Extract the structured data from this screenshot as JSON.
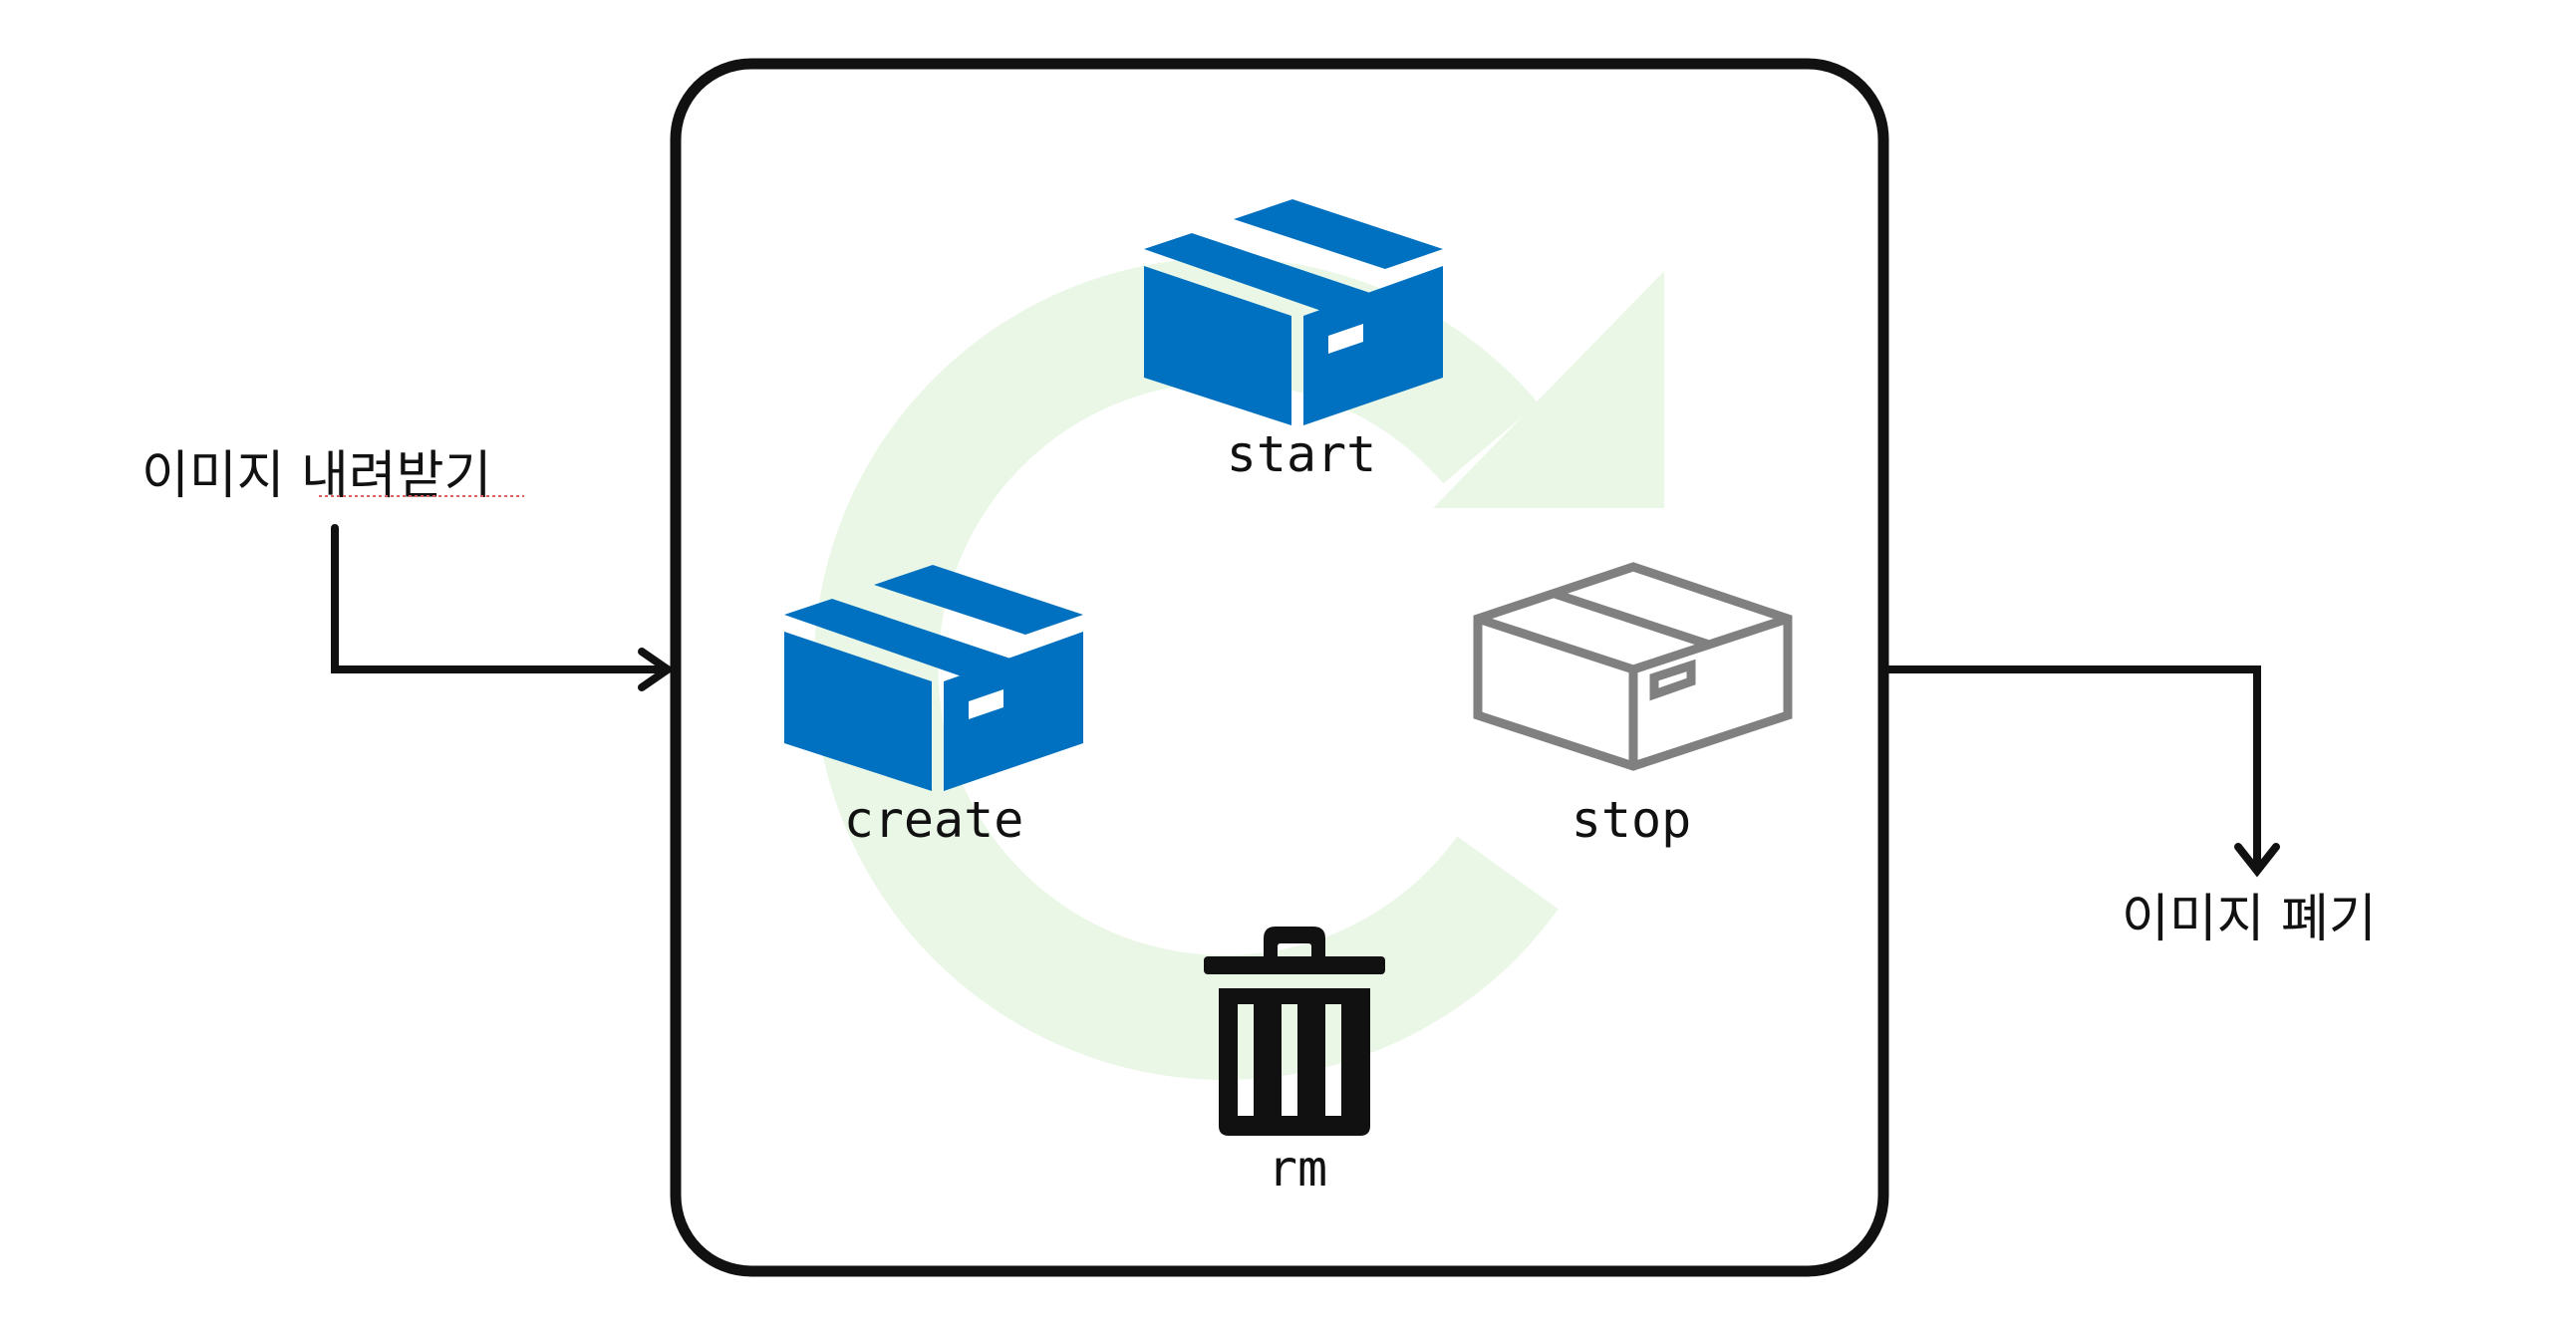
{
  "labels": {
    "download": "이미지 내려받기",
    "discard": "이미지 폐기"
  },
  "states": {
    "start": "start",
    "create": "create",
    "stop": "stop",
    "rm": "rm"
  },
  "icons": {
    "container_running": "box-icon",
    "container_stopped": "box-outline-icon",
    "remove": "trash-icon",
    "lifecycle": "circular-arrow-icon"
  },
  "colors": {
    "active_box": "#0070C0",
    "stopped_box": "#808080",
    "cycle_arrow": "#EAF7E6",
    "frame": "#111111"
  }
}
